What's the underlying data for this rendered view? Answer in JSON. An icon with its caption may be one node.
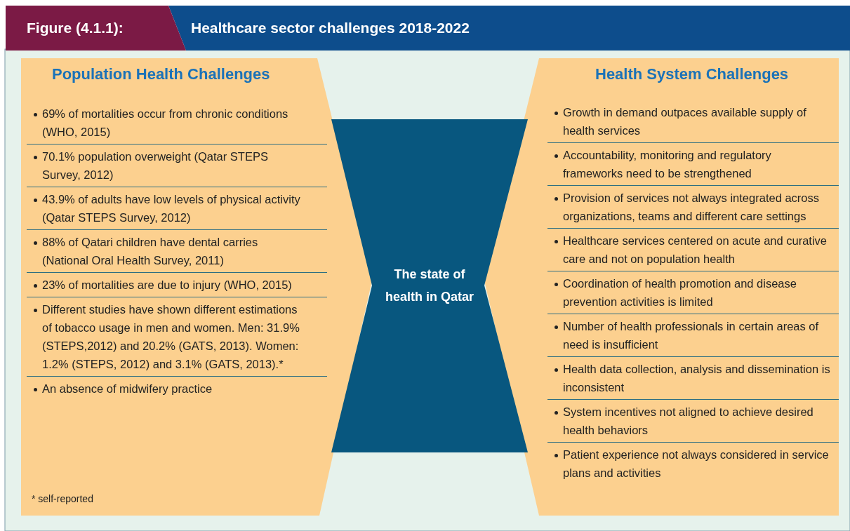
{
  "diagram": {
    "title": "Healthcare sector challenges 2018-2022",
    "nodes": [
      {
        "text": [
          "Population Health Challenges"
        ]
      },
      {
        "text": [
          "69% of mortalities occur from chronic conditions (WHO, 2015)"
        ],
        "in": 0
      },
      {
        "text": [
          "70.1% population overweight (Qatar STEPS Survey, 2012)"
        ],
        "in": 0
      },
      {
        "text": [
          "43.9% of adults have low levels of physical activity (Qatar STEPS Survey, 2012)"
        ],
        "in": 0
      },
      {
        "text": [
          "88% of Qatari children have dental carries (National Oral Health Survey, 2011)"
        ],
        "in": 0
      },
      {
        "text": [
          "23% of mortalities are due to injury (WHO, 2015)"
        ],
        "in": 0
      },
      {
        "text": [
          "Different studies have shown different estimations of tobacco usage in men and women. Men: 31.9% (STEPS,2012) and 20.2% (GATS, 2013). Women: 1.2% (STEPS, 2012) and 3.1% (GATS, 2013).*"
        ],
        "in": 0
      },
      {
        "text": [
          "An absence of midwifery practice"
        ],
        "in": 0
      },
      {
        "text": [
          "The state of health in Qatar"
        ]
      },
      {
        "text": [
          "Health System Challenges"
        ]
      },
      {
        "text": [
          "Growth in demand outpaces available supply of health services"
        ],
        "in": 9
      },
      {
        "text": [
          "Accountability, monitoring and regulatory frameworks need to be strengthened"
        ],
        "in": 9
      },
      {
        "text": [
          "Provision of services not always integrated across organizations, teams and different care settings"
        ],
        "in": 9
      },
      {
        "text": [
          "Healthcare services centered on acute and curative care and not on population health"
        ],
        "in": 9
      },
      {
        "text": [
          "Coordination of health promotion and disease prevention activities is limited"
        ],
        "in": 9
      },
      {
        "text": [
          "Number of health professionals in certain areas of need is insufficient"
        ],
        "in": 9
      },
      {
        "text": [
          "Health data collection, analysis and dissemination is inconsistent"
        ],
        "in": 9
      },
      {
        "text": [
          "System incentives not aligned to achieve desired health behaviors"
        ],
        "in": 9
      },
      {
        "text": [
          "Patient experience not always considered in service plans and activities"
        ],
        "in": 9
      }
    ],
    "labels": [
      "Figure (4.1.1):",
      "* self-reported"
    ]
  }
}
